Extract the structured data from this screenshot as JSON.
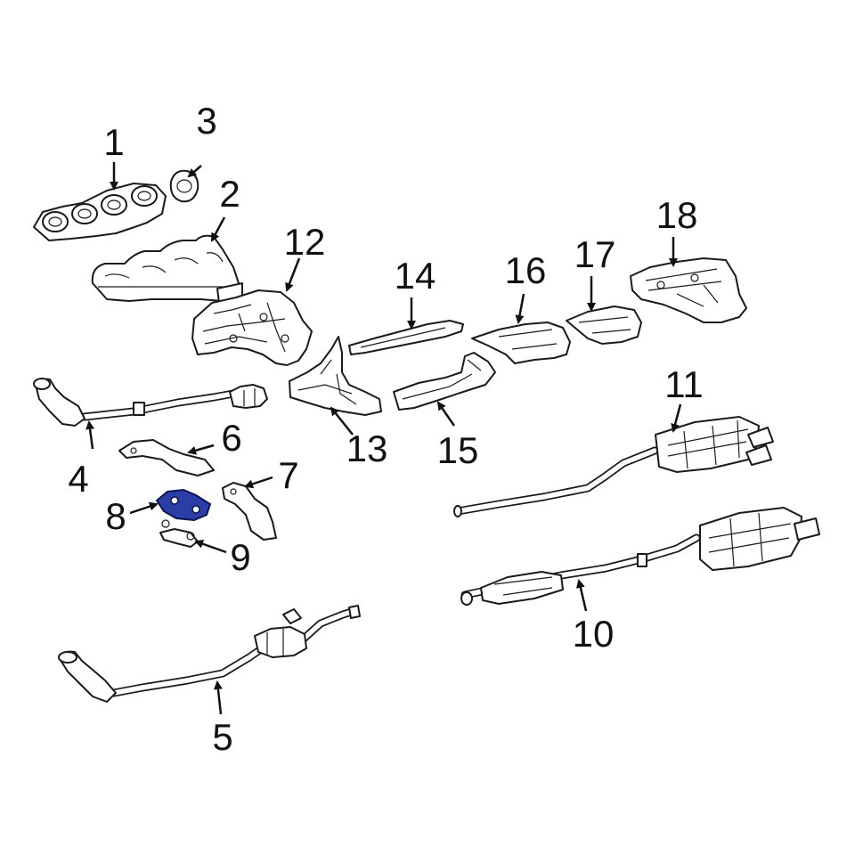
{
  "callouts": {
    "c1": "1",
    "c2": "2",
    "c3": "3",
    "c4": "4",
    "c5": "5",
    "c6": "6",
    "c7": "7",
    "c8": "8",
    "c9": "9",
    "c10": "10",
    "c11": "11",
    "c12": "12",
    "c13": "13",
    "c14": "14",
    "c15": "15",
    "c16": "16",
    "c17": "17",
    "c18": "18"
  },
  "colors": {
    "highlight": "#2b3ea8",
    "line": "#1a1a1a",
    "background": "#ffffff"
  }
}
